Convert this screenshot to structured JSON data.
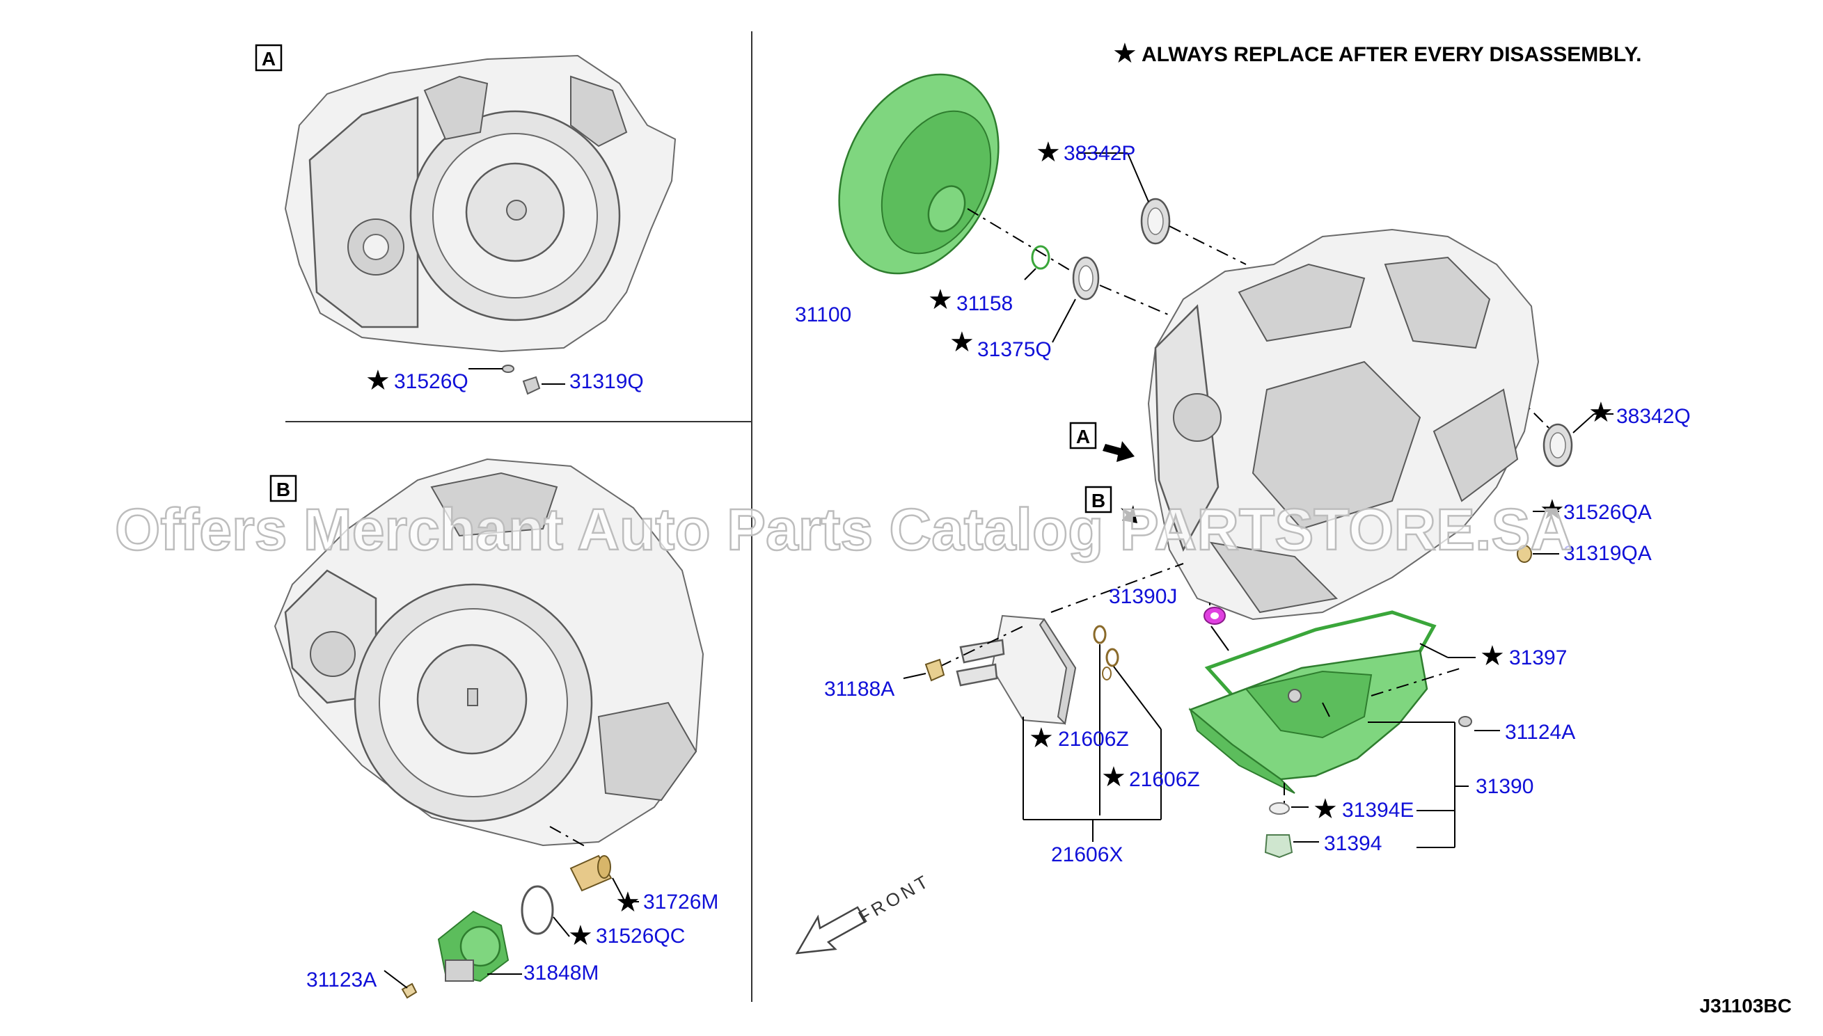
{
  "header_note": "ALWAYS REPLACE AFTER EVERY DISASSEMBLY.",
  "diagram_code": "J31103BC",
  "watermark": "Offers Merchant Auto Parts Catalog PARTSTORE.SA",
  "view_a": "A",
  "view_b": "B",
  "front_label": "FRONT",
  "star_symbol": "★",
  "icons": {
    "star": "star-icon",
    "arrow": "front-arrow-icon"
  },
  "colors": {
    "part_number": "#1010d8",
    "highlight_part": "#7fd67f",
    "grey_part": "#e4e4e4",
    "seal_magenta": "#e040e0"
  },
  "part_labels": {
    "p31526q": "31526Q",
    "p31319q": "31319Q",
    "p38342p_top": "38342P",
    "p31100": "31100",
    "p31158": "31158",
    "p31375q": "31375Q",
    "p38342q_right": "38342Q",
    "p31526qa": "31526QA",
    "p31319qa": "31319QA",
    "p31390j": "31390J",
    "p31397": "31397",
    "p31188a": "31188A",
    "p21606z_a": "21606Z",
    "p21606z_b": "21606Z",
    "p21606x": "21606X",
    "p31124a": "31124A",
    "p31390": "31390",
    "p31394e": "31394E",
    "p31394": "31394",
    "p31726m": "31726M",
    "p31526qc": "31526QC",
    "p31123a": "31123A",
    "p31848m": "31848M"
  }
}
